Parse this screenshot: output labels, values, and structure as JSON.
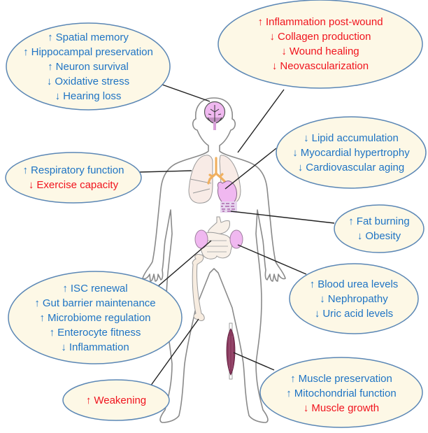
{
  "title": "Organ-level effects diagram",
  "colors": {
    "positive": "#1f74c4",
    "negative": "#f0141e",
    "bubble_fill": "#fdf8e6",
    "bubble_border": "#5b87b5",
    "connector": "#222222",
    "organ_pink": "#f0b8f0",
    "bone": "#f7ece0",
    "bronchi": "#f0b060",
    "muscle": "#8a3a5e"
  },
  "arrows": {
    "up": "↑",
    "down": "↓"
  },
  "bubbles": {
    "brain": {
      "organ": "brain",
      "items": [
        {
          "dir": "up",
          "text": "Spatial memory",
          "tone": "positive"
        },
        {
          "dir": "up",
          "text": "Hippocampal preservation",
          "tone": "positive"
        },
        {
          "dir": "up",
          "text": "Neuron survival",
          "tone": "positive"
        },
        {
          "dir": "down",
          "text": "Oxidative stress",
          "tone": "positive"
        },
        {
          "dir": "down",
          "text": "Hearing loss",
          "tone": "positive"
        }
      ]
    },
    "skin": {
      "organ": "skin",
      "items": [
        {
          "dir": "up",
          "text": "Inflammation post-wound",
          "tone": "negative"
        },
        {
          "dir": "down",
          "text": "Collagen production",
          "tone": "negative"
        },
        {
          "dir": "down",
          "text": "Wound healing",
          "tone": "negative"
        },
        {
          "dir": "down",
          "text": "Neovascularization",
          "tone": "negative"
        }
      ]
    },
    "heart": {
      "organ": "heart",
      "items": [
        {
          "dir": "down",
          "text": "Lipid accumulation",
          "tone": "positive"
        },
        {
          "dir": "down",
          "text": "Myocardial hypertrophy",
          "tone": "positive"
        },
        {
          "dir": "down",
          "text": "Cardiovascular aging",
          "tone": "positive"
        }
      ]
    },
    "lung": {
      "organ": "lung",
      "items": [
        {
          "dir": "up",
          "text": "Respiratory function",
          "tone": "positive"
        },
        {
          "dir": "down",
          "text": "Exercise capacity",
          "tone": "negative"
        }
      ]
    },
    "fat": {
      "organ": "adipose tissue",
      "items": [
        {
          "dir": "up",
          "text": "Fat burning",
          "tone": "positive"
        },
        {
          "dir": "down",
          "text": "Obesity",
          "tone": "positive"
        }
      ]
    },
    "kidney": {
      "organ": "kidney",
      "items": [
        {
          "dir": "up",
          "text": "Blood urea levels",
          "tone": "positive"
        },
        {
          "dir": "down",
          "text": "Nephropathy",
          "tone": "positive"
        },
        {
          "dir": "down",
          "text": "Uric acid levels",
          "tone": "positive"
        }
      ]
    },
    "gut": {
      "organ": "intestine",
      "items": [
        {
          "dir": "up",
          "text": "ISC renewal",
          "tone": "positive"
        },
        {
          "dir": "up",
          "text": "Gut barrier maintenance",
          "tone": "positive"
        },
        {
          "dir": "up",
          "text": "Microbiome regulation",
          "tone": "positive"
        },
        {
          "dir": "up",
          "text": "Enterocyte fitness",
          "tone": "positive"
        },
        {
          "dir": "down",
          "text": "Inflammation",
          "tone": "positive"
        }
      ]
    },
    "bone": {
      "organ": "bone",
      "items": [
        {
          "dir": "up",
          "text": "Weakening",
          "tone": "negative"
        }
      ]
    },
    "muscle": {
      "organ": "muscle",
      "items": [
        {
          "dir": "up",
          "text": "Muscle preservation",
          "tone": "positive"
        },
        {
          "dir": "up",
          "text": "Mitochondrial function",
          "tone": "positive"
        },
        {
          "dir": "down",
          "text": "Muscle growth",
          "tone": "negative"
        }
      ]
    }
  }
}
